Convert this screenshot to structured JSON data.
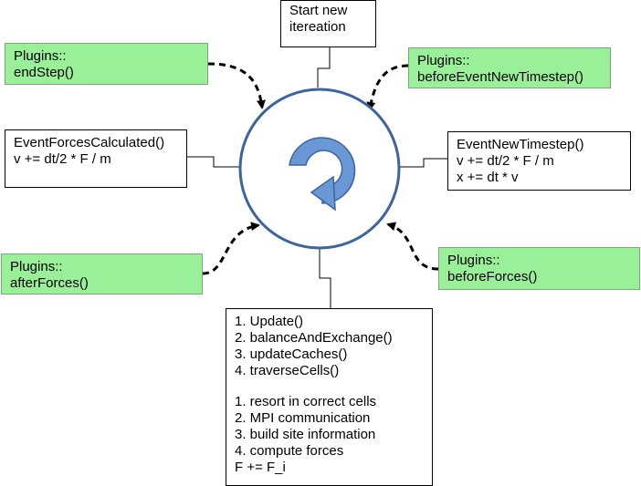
{
  "start": {
    "lines": [
      "Start new",
      "itereation"
    ]
  },
  "plugins_endstep": {
    "lines": [
      "Plugins::",
      "endStep()"
    ]
  },
  "plugins_before_event": {
    "lines": [
      "Plugins::",
      "beforeEventNewTimestep()"
    ]
  },
  "event_forces_calculated": {
    "lines": [
      "EventForcesCalculated()",
      "v += dt/2 * F / m"
    ]
  },
  "event_new_timestep": {
    "lines": [
      "EventNewTimestep()",
      "v += dt/2 * F / m",
      "x += dt * v"
    ]
  },
  "plugins_after_forces": {
    "lines": [
      "Plugins::",
      "afterForces()"
    ]
  },
  "plugins_before_forces": {
    "lines": [
      "Plugins::",
      "beforeForces()"
    ]
  },
  "steps": {
    "calls": [
      "1. Update()",
      "2. balanceAndExchange()",
      "3. updateCaches()",
      "4. traverseCells()"
    ],
    "descriptions": [
      "1. resort in correct cells",
      "2. MPI communication",
      "3. build site information",
      "4. compute forces",
      "F += F_i"
    ]
  },
  "colors": {
    "plugin_fill": "#99f099",
    "circle_stroke": "#3c64a0",
    "cycle_arrow": "#6a98d6"
  },
  "icons": {
    "center": "cycle-arrow-icon"
  }
}
